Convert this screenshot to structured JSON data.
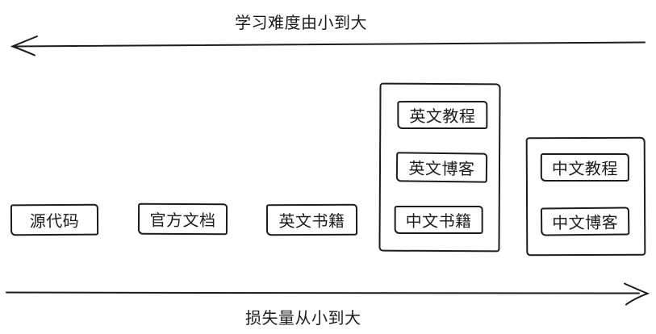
{
  "canvas": {
    "background": "#ffffff",
    "stroke_color": "#1c1c1c"
  },
  "axes": {
    "difficulty": {
      "label": "学习难度由小到大",
      "direction": "left"
    },
    "loss": {
      "label": "损失量从小到大",
      "direction": "right"
    }
  },
  "nodes": [
    {
      "id": "source-code",
      "label": "源代码"
    },
    {
      "id": "official-docs",
      "label": "官方文档"
    },
    {
      "id": "english-books",
      "label": "英文书籍"
    }
  ],
  "groups": [
    {
      "id": "group-english-and-chinese-books",
      "items": [
        {
          "label": "英文教程"
        },
        {
          "label": "英文博客"
        },
        {
          "label": "中文书籍"
        }
      ]
    },
    {
      "id": "group-chinese",
      "items": [
        {
          "label": "中文教程"
        },
        {
          "label": "中文博客"
        }
      ]
    }
  ]
}
